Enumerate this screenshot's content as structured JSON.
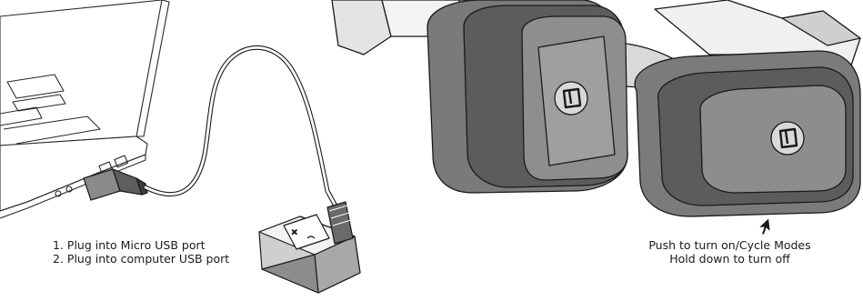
{
  "usb_steps": {
    "step_1": "1. Plug into Micro USB port",
    "step_2": "2. Plug into computer USB port"
  },
  "button_instructions": {
    "line_1": "Push to turn on/Cycle Modes",
    "line_2": "Hold down to turn off"
  },
  "icons": [
    "laptop-illustration",
    "usb-cable",
    "charging-cradle",
    "phone-mount-illustration",
    "mount-pad-illustration",
    "pointer-arrow-icon"
  ],
  "colors": {
    "line": "#1a1a1a",
    "dark_fill": "#6f6f6f",
    "mid_fill": "#9a9a9a",
    "light_fill": "#d8d8d8"
  }
}
